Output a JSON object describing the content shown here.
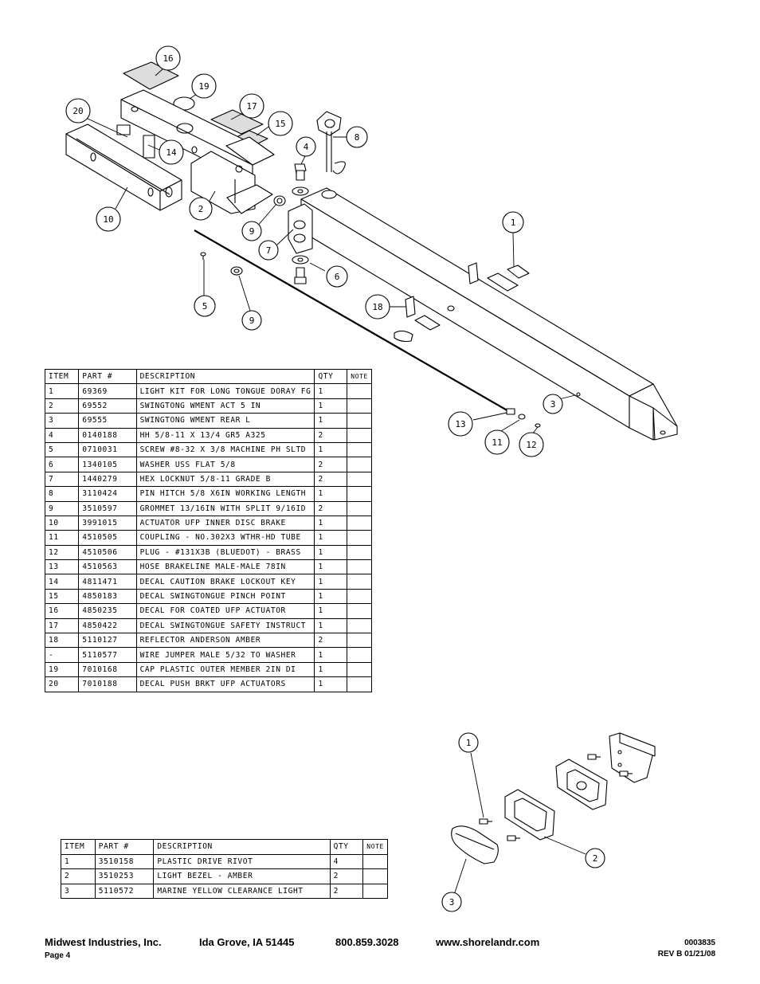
{
  "main_table": {
    "headers": [
      "ITEM",
      "PART #",
      "DESCRIPTION",
      "QTY",
      "NOTE"
    ],
    "rows": [
      [
        "1",
        "69369",
        "LIGHT KIT FOR LONG TONGUE DORAY FG",
        "1",
        ""
      ],
      [
        "2",
        "69552",
        "SWINGTONG WMENT ACT 5 IN",
        "1",
        ""
      ],
      [
        "3",
        "69555",
        "SWINGTONG WMENT REAR L",
        "1",
        ""
      ],
      [
        "4",
        "0140188",
        "HH 5/8-11 X 13/4  GR5 A325",
        "2",
        ""
      ],
      [
        "5",
        "0710031",
        "SCREW #8-32 X 3/8 MACHINE PH SLTD",
        "1",
        ""
      ],
      [
        "6",
        "1340105",
        "WASHER USS FLAT 5/8",
        "2",
        ""
      ],
      [
        "7",
        "1440279",
        "HEX LOCKNUT 5/8-11 GRADE B",
        "2",
        ""
      ],
      [
        "8",
        "3110424",
        "PIN HITCH 5/8 X6IN WORKING LENGTH",
        "1",
        ""
      ],
      [
        "9",
        "3510597",
        "GROMMET 13/16IN  WITH SPLIT 9/16ID",
        "2",
        ""
      ],
      [
        "10",
        "3991015",
        "ACTUATOR UFP INNER  DISC BRAKE",
        "1",
        ""
      ],
      [
        "11",
        "4510505",
        "COUPLING - NO.302X3 WTHR-HD TUBE",
        "1",
        ""
      ],
      [
        "12",
        "4510506",
        "PLUG - #131X3B (BLUEDOT) - BRASS",
        "1",
        ""
      ],
      [
        "13",
        "4510563",
        "HOSE BRAKELINE MALE-MALE 78IN",
        "1",
        ""
      ],
      [
        "14",
        "4811471",
        "DECAL CAUTION BRAKE LOCKOUT KEY",
        "1",
        ""
      ],
      [
        "15",
        "4850183",
        "DECAL SWINGTONGUE PINCH POINT",
        "1",
        ""
      ],
      [
        "16",
        "4850235",
        "DECAL FOR COATED UFP ACTUATOR",
        "1",
        ""
      ],
      [
        "17",
        "4850422",
        "DECAL SWINGTONGUE SAFETY INSTRUCT",
        "1",
        ""
      ],
      [
        "18",
        "5110127",
        "REFLECTOR ANDERSON AMBER",
        "2",
        ""
      ],
      [
        "-",
        "5110577",
        "WIRE JUMPER MALE 5/32 TO WASHER",
        "1",
        ""
      ],
      [
        "19",
        "7010168",
        "CAP  PLASTIC OUTER MEMBER 2IN DI",
        "1",
        ""
      ],
      [
        "20",
        "7010188",
        "DECAL PUSH BRKT UFP ACTUATORS",
        "1",
        ""
      ]
    ]
  },
  "light_table": {
    "headers": [
      "ITEM",
      "PART #",
      "DESCRIPTION",
      "QTY",
      "NOTE"
    ],
    "rows": [
      [
        "1",
        "3510158",
        "PLASTIC DRIVE RIVOT",
        "4",
        ""
      ],
      [
        "2",
        "3510253",
        "LIGHT BEZEL - AMBER",
        "2",
        ""
      ],
      [
        "3",
        "5110572",
        "MARINE YELLOW CLEARANCE LIGHT",
        "2",
        ""
      ]
    ]
  },
  "callouts": {
    "c16": "16",
    "c19": "19",
    "c17": "17",
    "c15": "15",
    "c20": "20",
    "c14": "14",
    "c8": "8",
    "c4": "4",
    "c2": "2",
    "c10": "10",
    "c9a": "9",
    "c7": "7",
    "c1": "1",
    "c6": "6",
    "c5": "5",
    "c9b": "9",
    "c18": "18",
    "c3": "3",
    "c13": "13",
    "c11": "11",
    "c12": "12",
    "d1": "1",
    "d2": "2",
    "d3": "3"
  },
  "footer": {
    "company": "Midwest Industries, Inc.",
    "city": "Ida Grove, IA  51445",
    "phone": "800.859.3028",
    "website": "www.shorelandr.com",
    "page": "Page 4",
    "doc_number": "0003835",
    "revision": "REV B  01/21/08"
  }
}
